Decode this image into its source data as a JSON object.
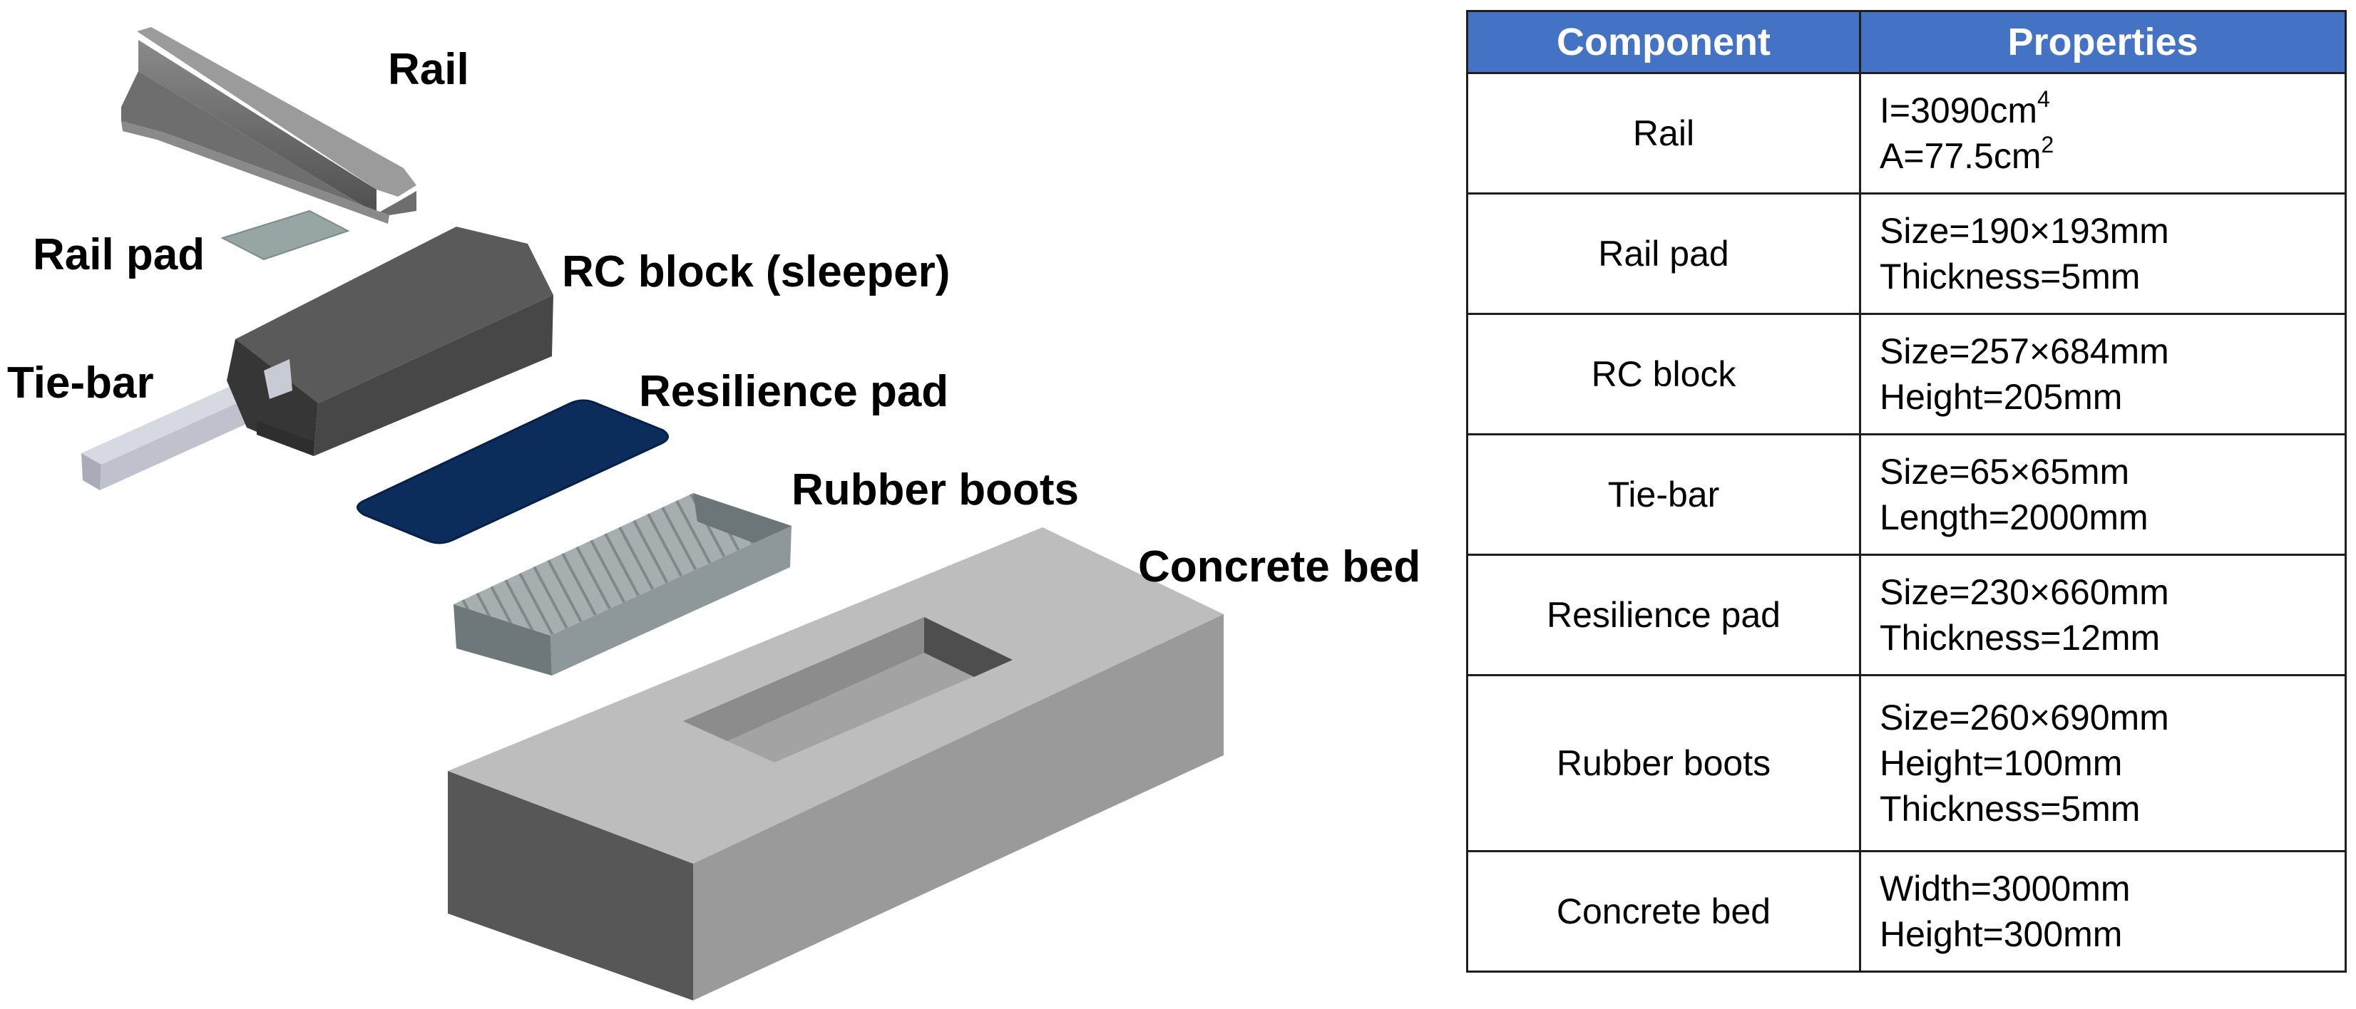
{
  "diagram": {
    "labels": {
      "rail": "Rail",
      "rail_pad": "Rail pad",
      "rc_block": "RC block (sleeper)",
      "tie_bar": "Tie-bar",
      "resilience_pad": "Resilience pad",
      "rubber_boots": "Rubber boots",
      "concrete_bed": "Concrete bed"
    }
  },
  "table": {
    "headers": {
      "component": "Component",
      "properties": "Properties"
    },
    "rows": [
      {
        "component": "Rail",
        "props": [
          {
            "text": "I=3090cm",
            "sup": "4"
          },
          {
            "text": "A=77.5cm",
            "sup": "2"
          }
        ]
      },
      {
        "component": "Rail pad",
        "props": [
          {
            "text": "Size=190×193mm"
          },
          {
            "text": "Thickness=5mm"
          }
        ]
      },
      {
        "component": "RC block",
        "props": [
          {
            "text": "Size=257×684mm"
          },
          {
            "text": "Height=205mm"
          }
        ]
      },
      {
        "component": "Tie-bar",
        "props": [
          {
            "text": "Size=65×65mm"
          },
          {
            "text": "Length=2000mm"
          }
        ]
      },
      {
        "component": "Resilience pad",
        "props": [
          {
            "text": "Size=230×660mm"
          },
          {
            "text": "Thickness=12mm"
          }
        ]
      },
      {
        "component": "Rubber boots",
        "props": [
          {
            "text": "Size=260×690mm"
          },
          {
            "text": "Height=100mm"
          },
          {
            "text": "Thickness=5mm"
          }
        ]
      },
      {
        "component": "Concrete bed",
        "props": [
          {
            "text": "Width=3000mm"
          },
          {
            "text": "Height=300mm"
          }
        ]
      }
    ]
  },
  "colors": {
    "header_bg": "#4472c4",
    "resilience_pad": "#0c2d5c",
    "rc_block": "#4a4a4a",
    "concrete_bed_top": "#bdbdbd"
  }
}
